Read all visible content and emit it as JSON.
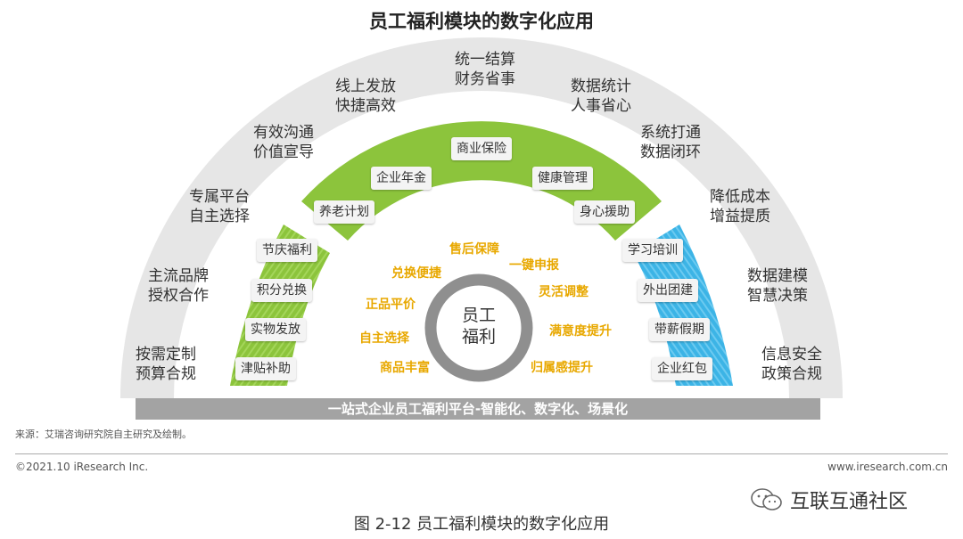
{
  "title": "员工福利模块的数字化应用",
  "outer_labels": [
    {
      "l1": "统一结算",
      "l2": "财务省事"
    },
    {
      "l1": "线上发放",
      "l2": "快捷高效"
    },
    {
      "l1": "数据统计",
      "l2": "人事省心"
    },
    {
      "l1": "有效沟通",
      "l2": "价值宣导"
    },
    {
      "l1": "系统打通",
      "l2": "数据闭环"
    },
    {
      "l1": "专属平台",
      "l2": "自主选择"
    },
    {
      "l1": "降低成本",
      "l2": "增益提质"
    },
    {
      "l1": "主流品牌",
      "l2": "授权合作"
    },
    {
      "l1": "数据建模",
      "l2": "智慧决策"
    },
    {
      "l1": "按需定制",
      "l2": "预算合规"
    },
    {
      "l1": "信息安全",
      "l2": "政策合规"
    }
  ],
  "green_top_pills": [
    "商业保险",
    "企业年金",
    "健康管理",
    "养老计划",
    "身心援助"
  ],
  "green_left_pills": [
    "节庆福利",
    "积分兑换",
    "实物发放",
    "津贴补助"
  ],
  "blue_right_pills": [
    "学习培训",
    "外出团建",
    "带薪假期",
    "企业红包"
  ],
  "inner_texts": [
    "售后保障",
    "兑换便捷",
    "一键申报",
    "正品平价",
    "灵活调整",
    "自主选择",
    "满意度提升",
    "商品丰富",
    "归属感提升"
  ],
  "center": {
    "l1": "员工",
    "l2": "福利"
  },
  "platform": "一站式企业员工福利平台-智能化、数字化、场景化",
  "source": "来源：艾瑞咨询研究院自主研究及绘制。",
  "copyright": "©2021.10 iResearch Inc.",
  "website": "www.iresearch.com.cn",
  "watermark": "互联互通社区",
  "caption": "图 2-12  员工福利模块的数字化应用",
  "colors": {
    "green": "#8cc43c",
    "blue": "#3cb4e6",
    "gray": "#a3a3a3",
    "arc": "#e8e8e8",
    "yellow": "#e8a800"
  }
}
